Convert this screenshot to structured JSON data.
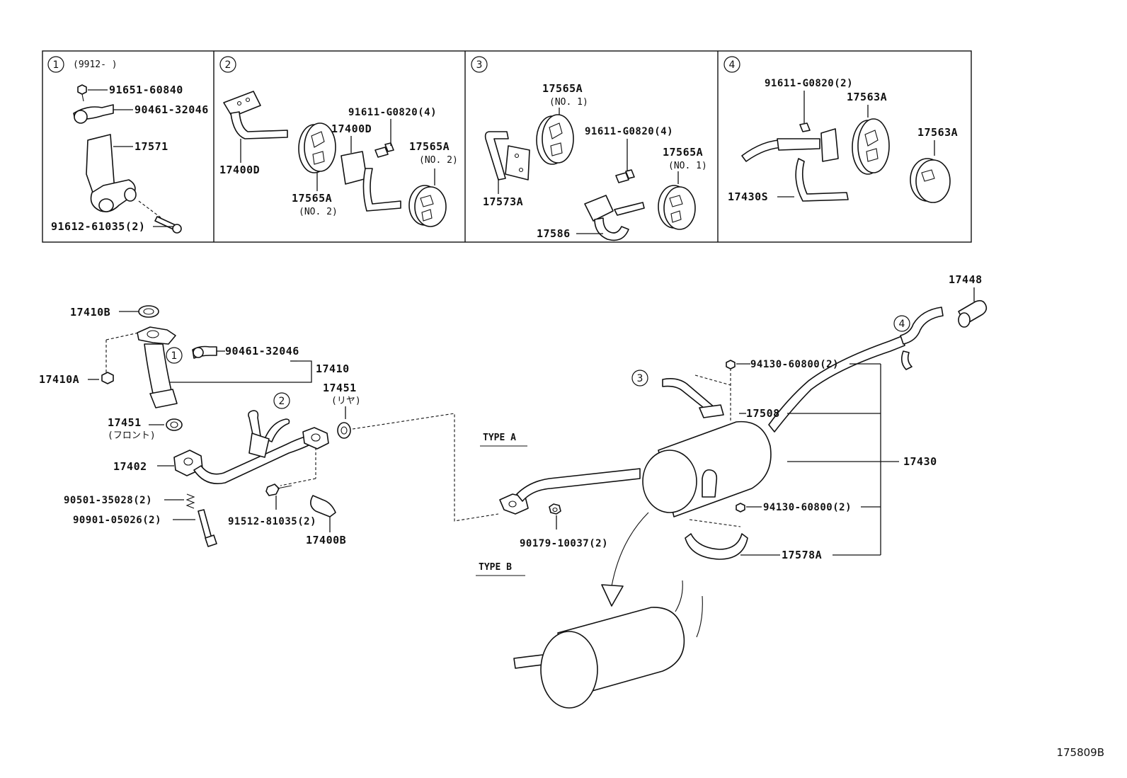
{
  "diagram_id": "175809B",
  "insets": [
    {
      "num": "1",
      "note": "(9912-      )"
    },
    {
      "num": "2"
    },
    {
      "num": "3"
    },
    {
      "num": "4"
    }
  ],
  "inset1": {
    "p1": "91651-60840",
    "p2": "90461-32046",
    "p3": "17571",
    "p4": "91612-61035(2)"
  },
  "inset2": {
    "p1": "17400D",
    "p2": "17565A",
    "p2_sub": "(NO. 2)",
    "p3": "17400D",
    "p4": "91611-G0820(4)",
    "p5": "17565A",
    "p5_sub": "(NO. 2)"
  },
  "inset3": {
    "p1": "17565A",
    "p1_sub": "(NO. 1)",
    "p2": "17573A",
    "p3": "91611-G0820(4)",
    "p4": "17565A",
    "p4_sub": "(NO. 1)",
    "p5": "17586"
  },
  "inset4": {
    "p1": "91611-G0820(2)",
    "p2": "17563A",
    "p3": "17563A",
    "p4": "17430S"
  },
  "main": {
    "c1": "1",
    "c2": "2",
    "c3": "3",
    "c4": "4",
    "p17410B": "17410B",
    "p17410A": "17410A",
    "p90461": "90461-32046",
    "p17410": "17410",
    "p17451r": "17451",
    "p17451r_sub": "(リヤ)",
    "p17451f": "17451",
    "p17451f_sub": "(フロント)",
    "p17402": "17402",
    "p90501": "90501-35028(2)",
    "p90901": "90901-05026(2)",
    "p91512": "91512-81035(2)",
    "p17400B": "17400B",
    "typeA": "TYPE A",
    "typeB": "TYPE B",
    "p90179": "90179-10037(2)",
    "p94130a": "94130-60800(2)",
    "p17508": "17508",
    "p17430": "17430",
    "p94130b": "94130-60800(2)",
    "p17578A": "17578A",
    "p17448": "17448"
  }
}
